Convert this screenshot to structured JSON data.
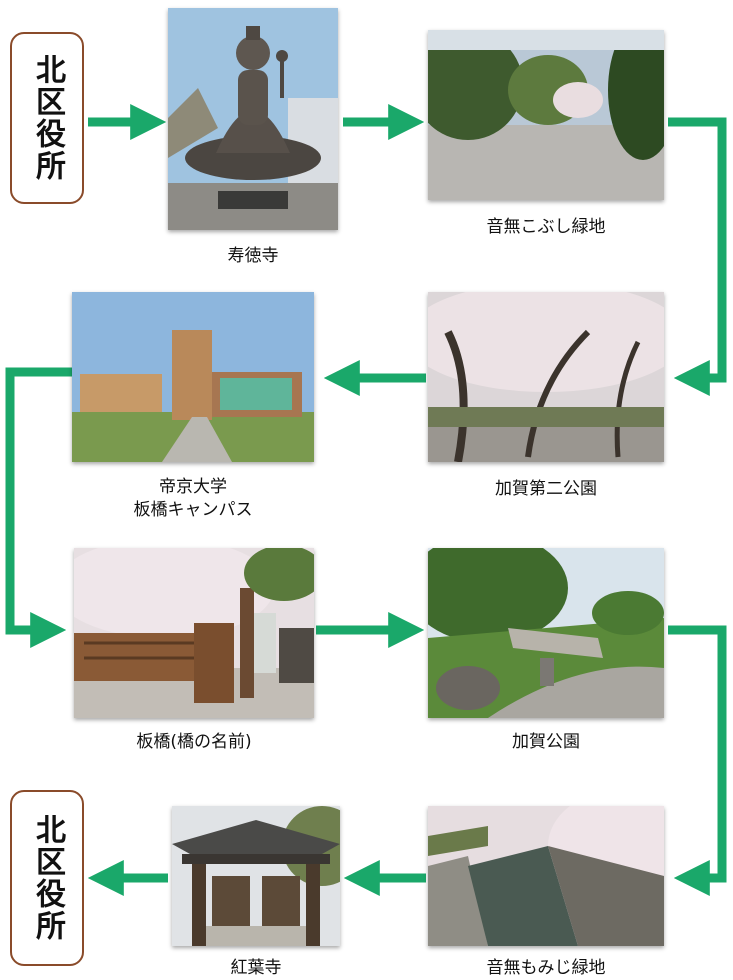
{
  "start": {
    "label": "北区役所"
  },
  "end": {
    "label": "北区役所"
  },
  "stops": [
    {
      "caption": "寿徳寺",
      "photo": "buddha-statue-photo"
    },
    {
      "caption": "音無こぶし緑地",
      "photo": "park-cherry-photo"
    },
    {
      "caption": "加賀第二公園",
      "photo": "cherry-trees-park-photo"
    },
    {
      "caption_line1": "帝京大学",
      "caption_line2": "板橋キャンパス",
      "photo": "university-campus-photo"
    },
    {
      "caption": "板橋(橋の名前)",
      "photo": "wooden-bridge-photo"
    },
    {
      "caption": "加賀公園",
      "photo": "hill-park-photo"
    },
    {
      "caption": "音無もみじ緑地",
      "photo": "river-canal-photo"
    },
    {
      "caption": "紅葉寺",
      "photo": "temple-gate-photo"
    }
  ],
  "colors": {
    "arrow": "#1aa86a",
    "endpoint_border": "#8a4b2a"
  }
}
